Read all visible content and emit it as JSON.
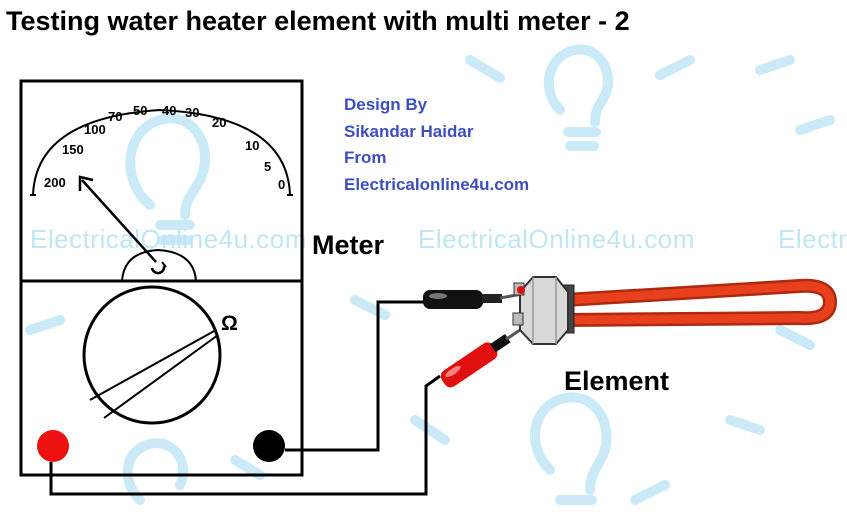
{
  "title": "Testing water heater element with multi meter - 2",
  "credit": {
    "line1": "Design By",
    "line2": "Sikandar Haidar",
    "line3": "From",
    "line4": "Electricalonline4u.com"
  },
  "watermark": {
    "left": "ElectricalOnline4u.com",
    "middle": "ElectricalOnline4u.com",
    "right": "Electr"
  },
  "labels": {
    "meter": "Meter",
    "element": "Element",
    "ohm": "Ω"
  },
  "scale": [
    "200",
    "150",
    "100",
    "70",
    "50",
    "40",
    "30",
    "20",
    "10",
    "5",
    "0"
  ],
  "colors": {
    "credit": "#3d4fc0",
    "watermark": "#bfe6f3",
    "element": "#e8401c",
    "probe_red": "#e01010",
    "terminal_red": "#ee1111"
  }
}
